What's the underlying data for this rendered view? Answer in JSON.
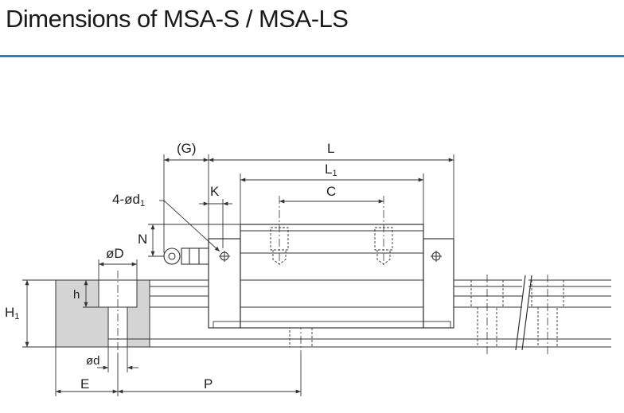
{
  "title": "Dimensions of MSA-S / MSA-LS",
  "colors": {
    "accent_rule": "#2a7fc1",
    "line": "#333333",
    "rail_fill": "#d4d4d4"
  },
  "labels": {
    "G": "(G)",
    "L": "L",
    "L1_main": "L",
    "L1_sub": "1",
    "C": "C",
    "K": "K",
    "bolt_holes_main": "4-ød",
    "bolt_holes_sub": "1",
    "N": "N",
    "D": "øD",
    "h": "h",
    "H1_main": "H",
    "H1_sub": "1",
    "d": "ød",
    "E": "E",
    "P": "P"
  }
}
